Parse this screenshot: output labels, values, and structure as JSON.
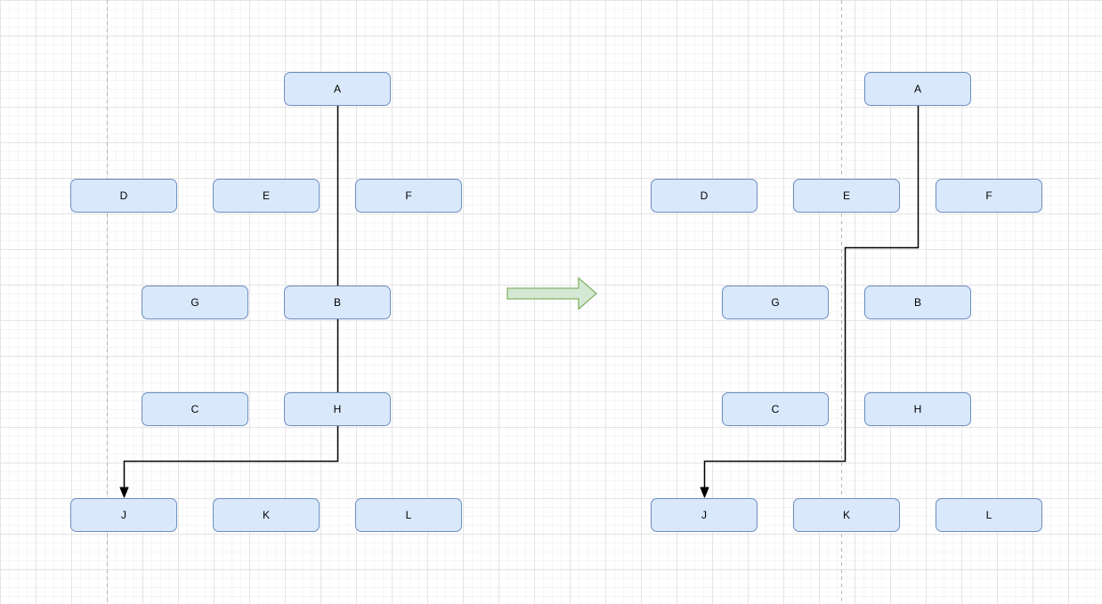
{
  "colors": {
    "node_fill": "#dae8fc",
    "node_border": "#6c8ebf",
    "connector": "#000000",
    "arrow_fill": "#d5e8d4",
    "arrow_border": "#82b366",
    "grid_minor": "#f5f4f9",
    "grid_major": "#e4e4e4",
    "page_boundary": "#b4b4b4"
  },
  "left_diagram": {
    "nodes": [
      {
        "label": "A"
      },
      {
        "label": "D"
      },
      {
        "label": "E"
      },
      {
        "label": "F"
      },
      {
        "label": "G"
      },
      {
        "label": "B"
      },
      {
        "label": "C"
      },
      {
        "label": "H"
      },
      {
        "label": "J"
      },
      {
        "label": "K"
      },
      {
        "label": "L"
      }
    ],
    "edges": [
      {
        "from": "A",
        "to": "B",
        "arrow": false
      },
      {
        "from": "B",
        "to": "H",
        "arrow": false
      },
      {
        "from": "H",
        "to": "J",
        "arrow": true
      }
    ]
  },
  "right_diagram": {
    "nodes": [
      {
        "label": "A"
      },
      {
        "label": "D"
      },
      {
        "label": "E"
      },
      {
        "label": "F"
      },
      {
        "label": "G"
      },
      {
        "label": "B"
      },
      {
        "label": "C"
      },
      {
        "label": "H"
      },
      {
        "label": "J"
      },
      {
        "label": "K"
      },
      {
        "label": "L"
      }
    ],
    "edges": [
      {
        "from": "A",
        "to": "J",
        "arrow": true
      }
    ]
  }
}
